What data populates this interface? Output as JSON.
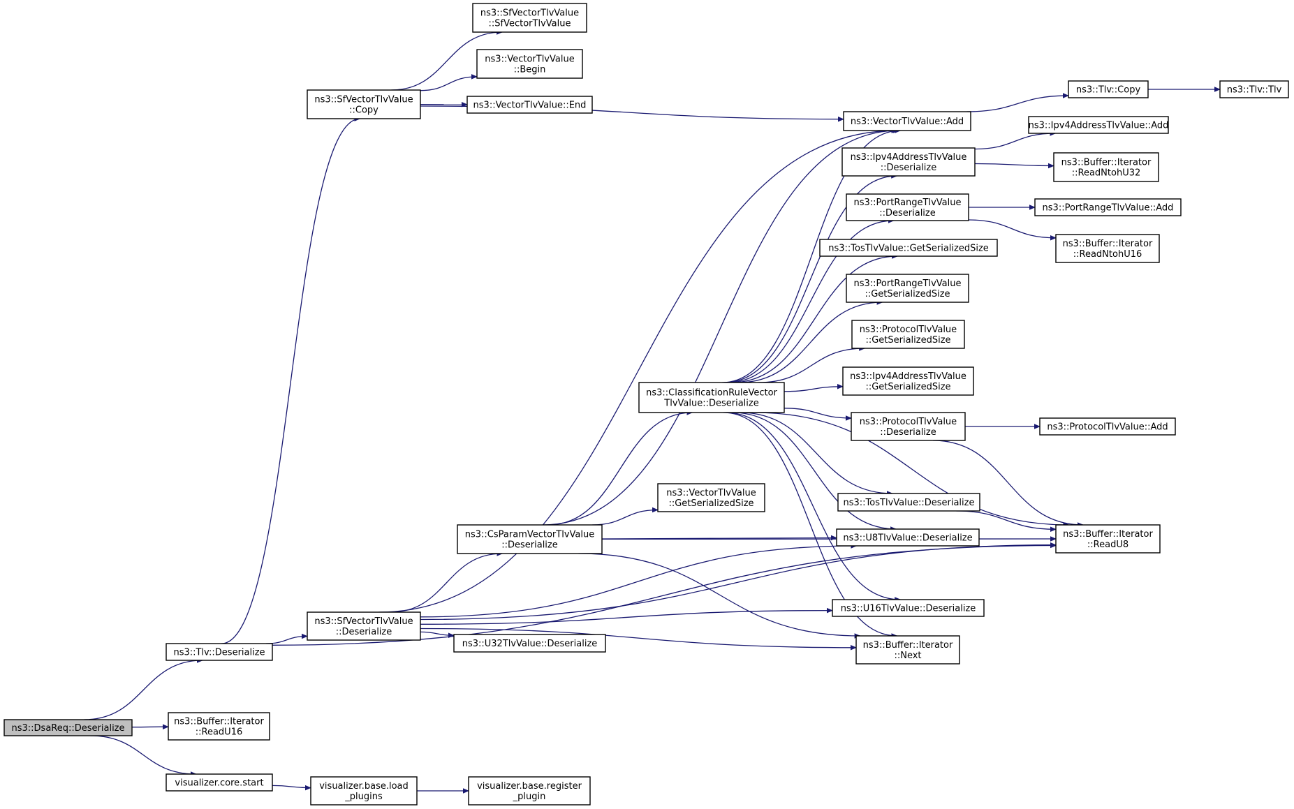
{
  "colors": {
    "edge": "#191970",
    "node_fill": "#ffffff",
    "root_fill": "#bfbfbf",
    "border": "#000000"
  },
  "nodes": {
    "dsareq": {
      "lines": [
        "ns3::DsaReq::Deserialize"
      ]
    },
    "tlvdes": {
      "lines": [
        "ns3::Tlv::Deserialize"
      ]
    },
    "readu16": {
      "lines": [
        "ns3::Buffer::Iterator",
        "::ReadU16"
      ]
    },
    "vizstart": {
      "lines": [
        "visualizer.core.start"
      ]
    },
    "vizload": {
      "lines": [
        "visualizer.base.load",
        "_plugins"
      ]
    },
    "vizreg": {
      "lines": [
        "visualizer.base.register",
        "_plugin"
      ]
    },
    "sfcopy": {
      "lines": [
        "ns3::SfVectorTlvValue",
        "::Copy"
      ]
    },
    "sfctor": {
      "lines": [
        "ns3::SfVectorTlvValue",
        "::SfVectorTlvValue"
      ]
    },
    "vbegin": {
      "lines": [
        "ns3::VectorTlvValue",
        "::Begin"
      ]
    },
    "vend": {
      "lines": [
        "ns3::VectorTlvValue::End"
      ]
    },
    "vadd": {
      "lines": [
        "ns3::VectorTlvValue::Add"
      ]
    },
    "tlvcopy": {
      "lines": [
        "ns3::Tlv::Copy"
      ]
    },
    "tlvtlv": {
      "lines": [
        "ns3::Tlv::Tlv"
      ]
    },
    "ipv4add": {
      "lines": [
        "ns3::Ipv4AddressTlvValue::Add"
      ]
    },
    "ipv4des": {
      "lines": [
        "ns3::Ipv4AddressTlvValue",
        "::Deserialize"
      ]
    },
    "ntohu32": {
      "lines": [
        "ns3::Buffer::Iterator",
        "::ReadNtohU32"
      ]
    },
    "portdes": {
      "lines": [
        "ns3::PortRangeTlvValue",
        "::Deserialize"
      ]
    },
    "portadd": {
      "lines": [
        "ns3::PortRangeTlvValue::Add"
      ]
    },
    "ntohu16": {
      "lines": [
        "ns3::Buffer::Iterator",
        "::ReadNtohU16"
      ]
    },
    "tosgss": {
      "lines": [
        "ns3::TosTlvValue::GetSerializedSize"
      ]
    },
    "portgss": {
      "lines": [
        "ns3::PortRangeTlvValue",
        "::GetSerializedSize"
      ]
    },
    "protogss": {
      "lines": [
        "ns3::ProtocolTlvValue",
        "::GetSerializedSize"
      ]
    },
    "ipv4gss": {
      "lines": [
        "ns3::Ipv4AddressTlvValue",
        "::GetSerializedSize"
      ]
    },
    "classdes": {
      "lines": [
        "ns3::ClassificationRuleVector",
        "TlvValue::Deserialize"
      ]
    },
    "protodes": {
      "lines": [
        "ns3::ProtocolTlvValue",
        "::Deserialize"
      ]
    },
    "protoadd": {
      "lines": [
        "ns3::ProtocolTlvValue::Add"
      ]
    },
    "vgss": {
      "lines": [
        "ns3::VectorTlvValue",
        "::GetSerializedSize"
      ]
    },
    "tosdes": {
      "lines": [
        "ns3::TosTlvValue::Deserialize"
      ]
    },
    "csdes": {
      "lines": [
        "ns3::CsParamVectorTlvValue",
        "::Deserialize"
      ]
    },
    "u8des": {
      "lines": [
        "ns3::U8TlvValue::Deserialize"
      ]
    },
    "readu8": {
      "lines": [
        "ns3::Buffer::Iterator",
        "::ReadU8"
      ]
    },
    "sfdes": {
      "lines": [
        "ns3::SfVectorTlvValue",
        "::Deserialize"
      ]
    },
    "u16des": {
      "lines": [
        "ns3::U16TlvValue::Deserialize"
      ]
    },
    "u32des": {
      "lines": [
        "ns3::U32TlvValue::Deserialize"
      ]
    },
    "next": {
      "lines": [
        "ns3::Buffer::Iterator",
        "::Next"
      ]
    }
  },
  "edges": [
    [
      "dsareq",
      "tlvdes"
    ],
    [
      "dsareq",
      "readu16"
    ],
    [
      "dsareq",
      "vizstart"
    ],
    [
      "vizstart",
      "vizload"
    ],
    [
      "vizload",
      "vizreg"
    ],
    [
      "tlvdes",
      "sfcopy"
    ],
    [
      "tlvdes",
      "sfdes"
    ],
    [
      "tlvdes",
      "readu8"
    ],
    [
      "sfcopy",
      "sfctor"
    ],
    [
      "sfcopy",
      "vbegin"
    ],
    [
      "sfcopy",
      "vend"
    ],
    [
      "sfcopy",
      "vadd"
    ],
    [
      "vadd",
      "tlvcopy"
    ],
    [
      "tlvcopy",
      "tlvtlv"
    ],
    [
      "ipv4des",
      "ipv4add"
    ],
    [
      "ipv4des",
      "ntohu32"
    ],
    [
      "portdes",
      "portadd"
    ],
    [
      "portdes",
      "ntohu16"
    ],
    [
      "protodes",
      "protoadd"
    ],
    [
      "protodes",
      "readu8"
    ],
    [
      "tosdes",
      "readu8"
    ],
    [
      "classdes",
      "vadd"
    ],
    [
      "classdes",
      "ipv4des"
    ],
    [
      "classdes",
      "portdes"
    ],
    [
      "classdes",
      "tosgss"
    ],
    [
      "classdes",
      "portgss"
    ],
    [
      "classdes",
      "protogss"
    ],
    [
      "classdes",
      "ipv4gss"
    ],
    [
      "classdes",
      "protodes"
    ],
    [
      "classdes",
      "tosdes"
    ],
    [
      "classdes",
      "u8des"
    ],
    [
      "classdes",
      "u16des"
    ],
    [
      "classdes",
      "next"
    ],
    [
      "classdes",
      "readu8"
    ],
    [
      "csdes",
      "vadd"
    ],
    [
      "csdes",
      "classdes"
    ],
    [
      "csdes",
      "vgss"
    ],
    [
      "csdes",
      "u8des"
    ],
    [
      "csdes",
      "readu8"
    ],
    [
      "csdes",
      "next"
    ],
    [
      "sfdes",
      "vadd"
    ],
    [
      "sfdes",
      "csdes"
    ],
    [
      "sfdes",
      "u8des"
    ],
    [
      "sfdes",
      "u16des"
    ],
    [
      "sfdes",
      "u32des"
    ],
    [
      "sfdes",
      "next"
    ],
    [
      "sfdes",
      "readu8"
    ]
  ]
}
